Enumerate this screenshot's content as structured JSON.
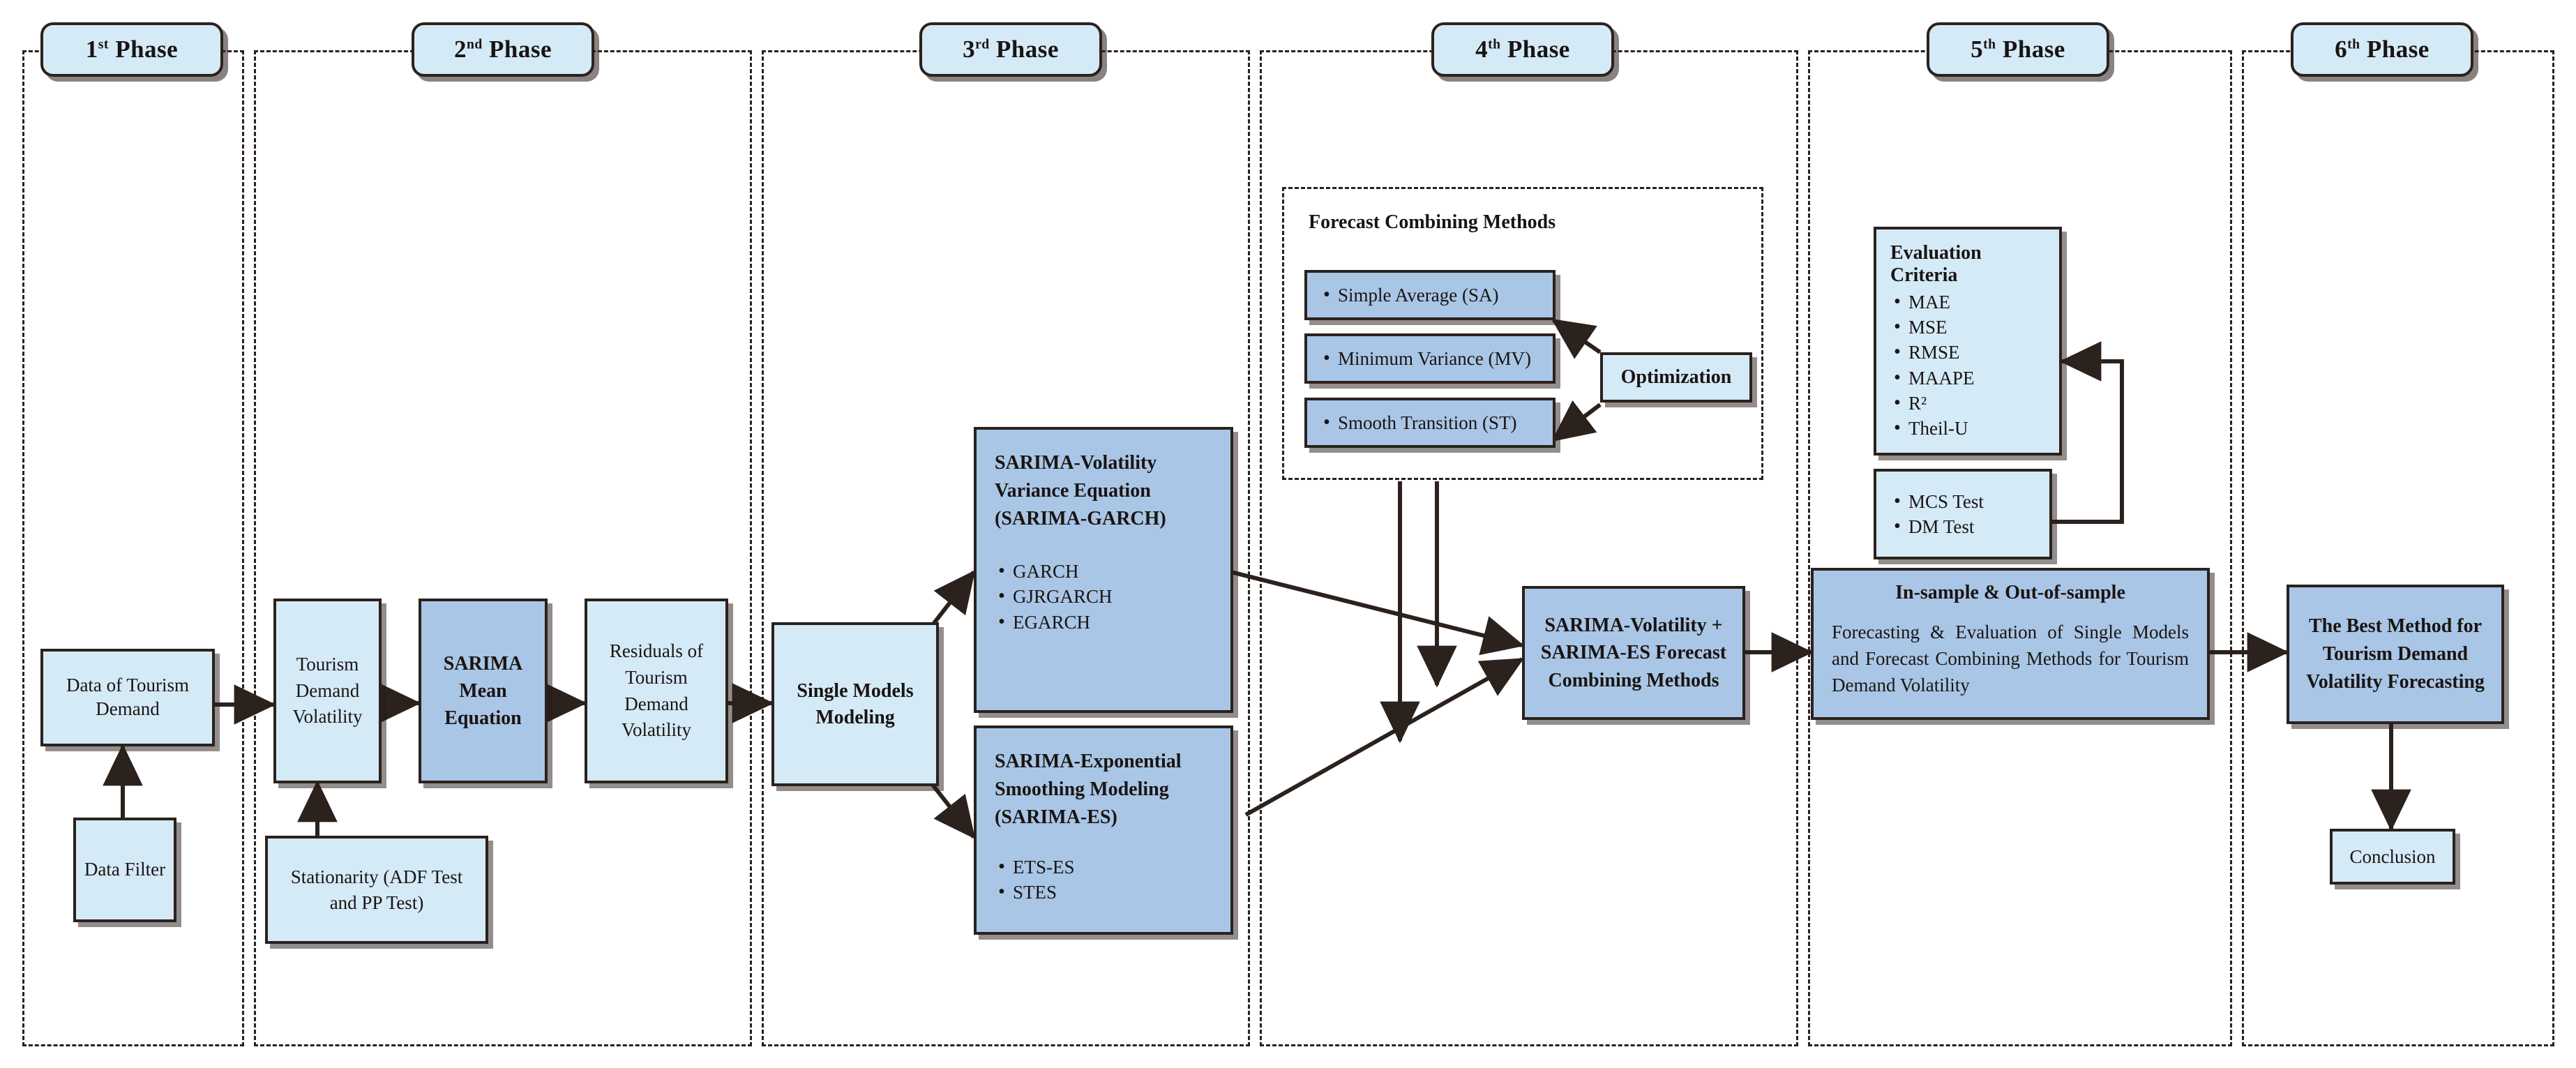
{
  "phases": [
    {
      "id": "p1",
      "ordinal": "1",
      "suffix": "st",
      "label": "Phase"
    },
    {
      "id": "p2",
      "ordinal": "2",
      "suffix": "nd",
      "label": "Phase"
    },
    {
      "id": "p3",
      "ordinal": "3",
      "suffix": "rd",
      "label": "Phase"
    },
    {
      "id": "p4",
      "ordinal": "4",
      "suffix": "th",
      "label": "Phase"
    },
    {
      "id": "p5",
      "ordinal": "5",
      "suffix": "th",
      "label": "Phase"
    },
    {
      "id": "p6",
      "ordinal": "6",
      "suffix": "th",
      "label": "Phase"
    }
  ],
  "nodes": {
    "data_of_tourism_demand": "Data of Tourism Demand",
    "data_filter": "Data Filter",
    "tourism_demand_volatility": "Tourism Demand Volatility",
    "stationarity": "Stationarity (ADF Test and PP Test)",
    "sarima_mean_equation": "SARIMA Mean Equation",
    "residuals": "Residuals of Tourism Demand Volatility",
    "single_models_modeling": "Single Models Modeling",
    "garch_title": "SARIMA-Volatility Variance Equation (SARIMA-GARCH)",
    "garch_items": [
      "GARCH",
      "GJRGARCH",
      "EGARCH"
    ],
    "es_title": "SARIMA-Exponential Smoothing  Modeling (SARIMA-ES)",
    "es_items": [
      "ETS-ES",
      "STES"
    ],
    "fcm_title": "Forecast Combining Methods",
    "fcm_items": [
      "Simple Average (SA)",
      "Minimum Variance (MV)",
      "Smooth Transition (ST)"
    ],
    "optimization": "Optimization",
    "combining_methods": "SARIMA-Volatility + SARIMA-ES Forecast Combining Methods",
    "evaluation_title": "Evaluation Criteria",
    "evaluation_items": [
      "MAE",
      "MSE",
      "RMSE",
      "MAAPE",
      "R²",
      "Theil-U"
    ],
    "tests_items": [
      "MCS Test",
      "DM Test"
    ],
    "insample_title": "In-sample & Out-of-sample",
    "insample_body": "Forecasting & Evaluation of Single Models and Forecast Combining Methods for Tourism Demand Volatility",
    "best_method": "The Best Method for Tourism Demand Volatility Forecasting",
    "conclusion": "Conclusion"
  },
  "colors": {
    "light_blue": "#d4eaf7",
    "mid_blue": "#a9c6e6",
    "outline": "#2b211d",
    "background": "#ffffff"
  }
}
